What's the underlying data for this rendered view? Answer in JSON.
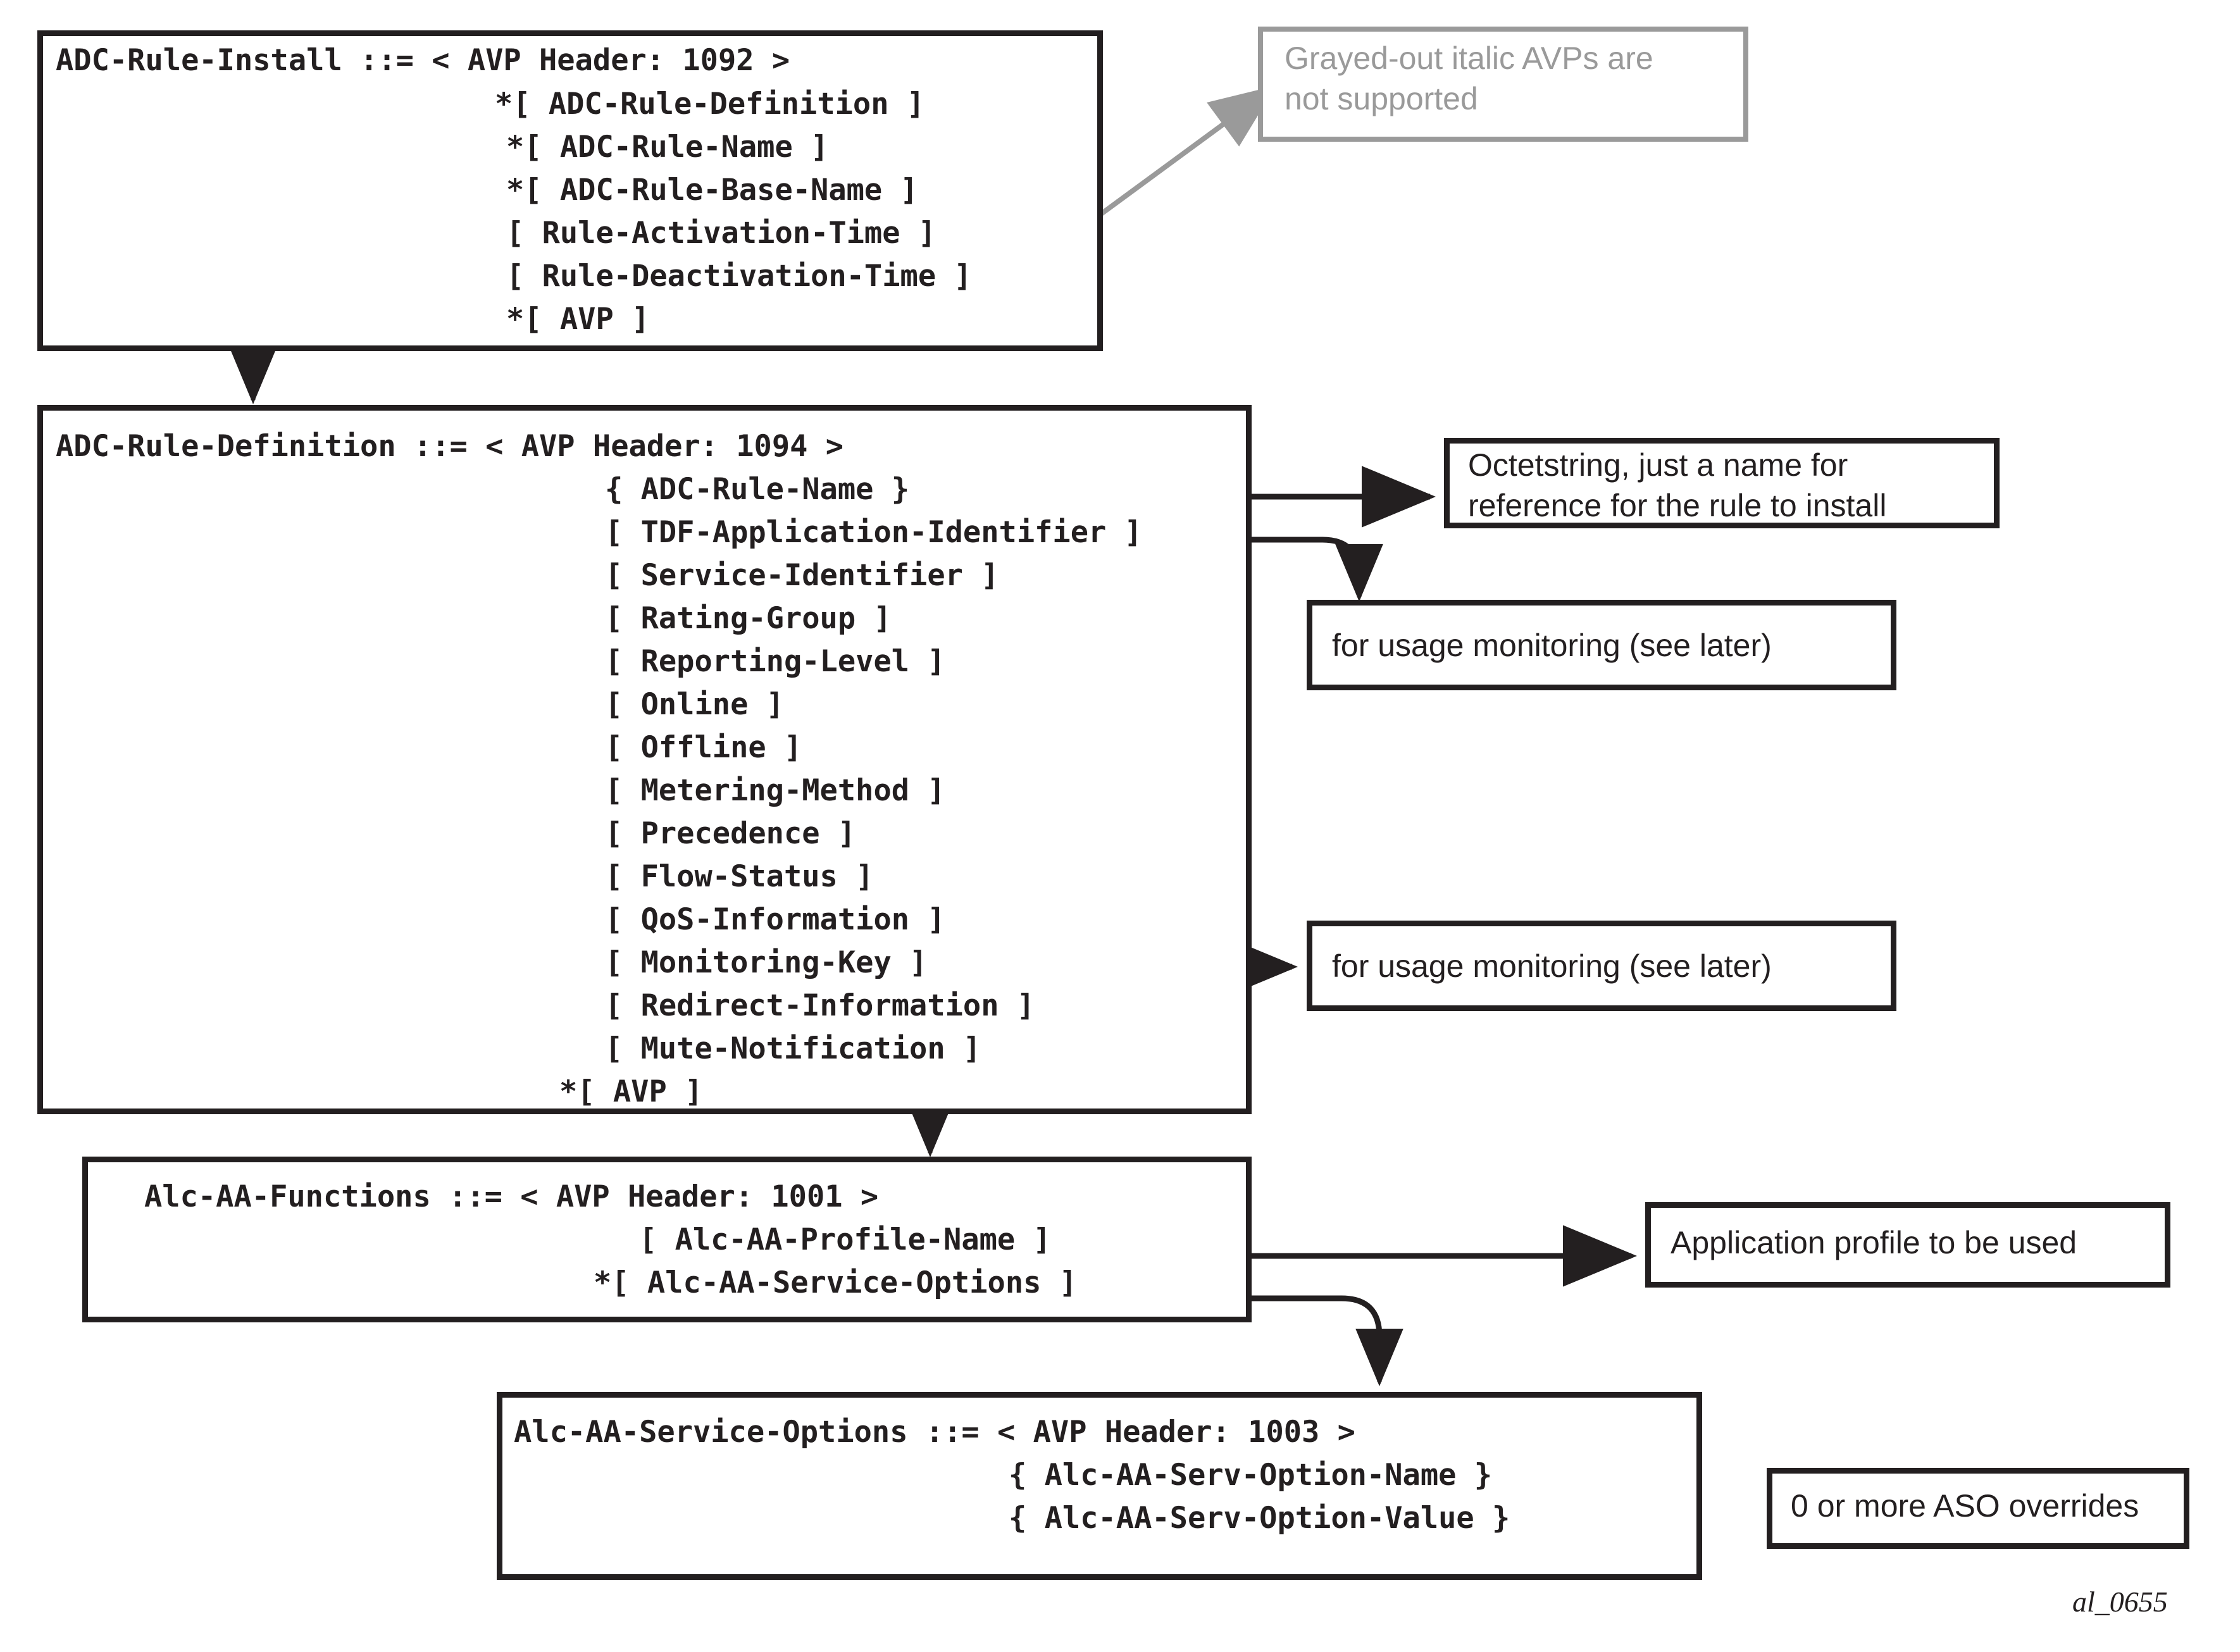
{
  "diagram": {
    "caption": "al_0655",
    "colors": {
      "ink": "#231f20",
      "dim": "#9fa1a4",
      "gray_note": "#9a9a9a"
    },
    "boxes": {
      "adc_rule_install": {
        "title": "ADC-Rule-Install ::= < AVP Header: 1092 >",
        "lines": [
          {
            "text": "*[ ADC-Rule-Definition ]",
            "supported": true
          },
          {
            "text": "*[ ADC-Rule-Name ]",
            "supported": false
          },
          {
            "text": "*[ ADC-Rule-Base-Name ]",
            "supported": false
          },
          {
            "text": "[ Rule-Activation-Time ]",
            "supported": false
          },
          {
            "text": "[ Rule-Deactivation-Time ]",
            "supported": false
          },
          {
            "text": "*[ AVP ]",
            "supported": false
          }
        ]
      },
      "adc_rule_definition": {
        "title": "ADC-Rule-Definition ::= < AVP Header: 1094 >",
        "lines": [
          {
            "text": "{ ADC-Rule-Name }",
            "supported": true
          },
          {
            "text": "[ TDF-Application-Identifier ]",
            "supported": true
          },
          {
            "text": "[ Service-Identifier ]",
            "supported": false
          },
          {
            "text": "[ Rating-Group ]",
            "supported": false
          },
          {
            "text": "[ Reporting-Level ]",
            "supported": false
          },
          {
            "text": "[ Online ]",
            "supported": false
          },
          {
            "text": "[ Offline ]",
            "supported": false
          },
          {
            "text": "[ Metering-Method ]",
            "supported": false
          },
          {
            "text": "[ Precedence ]",
            "supported": false
          },
          {
            "text": "[ Flow-Status ]",
            "supported": false
          },
          {
            "text": "[ QoS-Information ]",
            "supported": false
          },
          {
            "text": "[ Monitoring-Key ]",
            "supported": true
          },
          {
            "text": "[ Redirect-Information ]",
            "supported": false
          },
          {
            "text": "[ Mute-Notification ]",
            "supported": false
          },
          {
            "text": "*[ AVP ]",
            "supported": true
          }
        ]
      },
      "alc_aa_functions": {
        "title": "Alc-AA-Functions ::= < AVP Header: 1001 >",
        "lines": [
          {
            "text": "[ Alc-AA-Profile-Name ]",
            "supported": true
          },
          {
            "text": "*[ Alc-AA-Service-Options ]",
            "supported": true
          }
        ]
      },
      "alc_aa_service_options": {
        "title": "Alc-AA-Service-Options ::= < AVP Header: 1003 >",
        "lines": [
          {
            "text": "{ Alc-AA-Serv-Option-Name }",
            "supported": true
          },
          {
            "text": "{ Alc-AA-Serv-Option-Value }",
            "supported": true
          }
        ]
      }
    },
    "notes": {
      "grayed_out": "Grayed-out italic AVPs are\nnot supported",
      "octetstring": "Octetstring, just a name for\nreference for the rule to install",
      "usage_monitoring_1": "for usage monitoring (see later)",
      "usage_monitoring_2": "for usage monitoring (see later)",
      "application_profile": "Application profile to be used",
      "aso_overrides": "0 or more ASO overrides"
    }
  }
}
